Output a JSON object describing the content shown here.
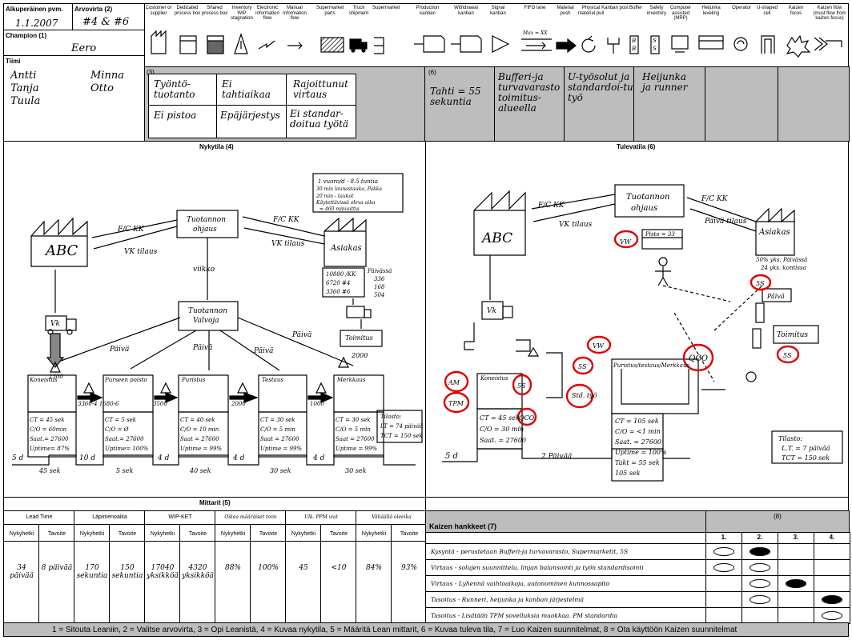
{
  "header": {
    "date_label": "Alkuperäinen pvm.",
    "date_value": "1.1.2007",
    "stream_label": "Arvovirta (2)",
    "stream_value": "#4 & #6",
    "champion_label": "Champion (1)",
    "champion_value": "Eero",
    "team_label": "Tiimi",
    "team": [
      "Antti",
      "Tanja",
      "Tuula",
      "Minna",
      "Otto"
    ]
  },
  "legend": [
    {
      "label": "Customer or supplier",
      "icon": "factory-icon"
    },
    {
      "label": "Dedicated process box",
      "icon": "process-box-icon"
    },
    {
      "label": "Shared process box",
      "icon": "shared-process-icon"
    },
    {
      "label": "Inventory WIP stagnation",
      "icon": "inventory-icon"
    },
    {
      "label": "Electronic information flow",
      "icon": "electronic-flow-icon"
    },
    {
      "label": "Manual information flow",
      "icon": "manual-flow-icon"
    },
    {
      "label": "Supermarket parts",
      "icon": "supermarket-parts-icon"
    },
    {
      "label": "Truck shipment",
      "icon": "truck-icon"
    },
    {
      "label": "Supermarket",
      "icon": "supermarket-icon"
    },
    {
      "label": "Production kanban",
      "icon": "production-kanban-icon"
    },
    {
      "label": "Withdrawal kanban",
      "icon": "withdrawal-kanban-icon"
    },
    {
      "label": "Signal kanban",
      "icon": "signal-kanban-icon"
    },
    {
      "label": "FIFO lane",
      "icon": "fifo-icon",
      "sub": "Max = XX"
    },
    {
      "label": "Material push",
      "icon": "push-arrow-icon"
    },
    {
      "label": "Physical material pull",
      "icon": "pull-icon"
    },
    {
      "label": "Kanban post",
      "icon": "kanban-post-icon"
    },
    {
      "label": "Buffer",
      "icon": "buffer-icon"
    },
    {
      "label": "Safety inventory",
      "icon": "safety-stock-icon"
    },
    {
      "label": "Computer assisted (MRP)",
      "icon": "computer-icon"
    },
    {
      "label": "Heijunka leveling",
      "icon": "heijunka-icon"
    },
    {
      "label": "Operator",
      "icon": "operator-icon"
    },
    {
      "label": "U-shaped cell",
      "icon": "u-cell-icon"
    },
    {
      "label": "Kaizen focus",
      "icon": "kaizen-burst-icon"
    },
    {
      "label": "Kaizen flow (must flow from kaizen focus)",
      "icon": "kaizen-flow-icon"
    }
  ],
  "problems": {
    "section_label": "(3)",
    "items": [
      "Työntö-tuotanto",
      "Ei tahtiaikaa",
      "Rajoittunut virtaus",
      "Ei pistoa",
      "Epäjärjestys",
      "Ei standar-doitua työtä"
    ]
  },
  "solutions": {
    "section_label": "(6)",
    "takt": "Tahti = 55 sekuntia",
    "items": [
      "Bufferi-ja turvavarasto toimitus-alueella",
      "U-työsolut ja standardoi-tu työ",
      "Heijunka ja runner"
    ]
  },
  "current_state": {
    "title": "Nykytila (4)",
    "supplier": "ABC",
    "control": "Tuotannon ohjaus",
    "customer": "Asiakas",
    "scheduling": "Tuotannon Valvoja",
    "delivery": "Toimitus",
    "fc": "F/C KK",
    "vk": "VK tilaus",
    "weekly": "viikko",
    "daily": "Päivä",
    "truck_label": "Vk",
    "demand_note": [
      "1 vuoro/d - 8.5 tuntia",
      "30 min lounastauko, Pakka",
      "20 min - taukot",
      "Käytettävissä oleva aika",
      "= 460 minuuttia"
    ],
    "demand_table": [
      "10880 /KK",
      "6720 #4",
      "3360 #6"
    ],
    "demand_label": "Päivässä",
    "demand_day": [
      "336",
      "168",
      "504"
    ],
    "processes": [
      {
        "name": "Koneistus",
        "inv": "2300",
        "data": [
          "CT = 45 sek",
          "C/O = 60min",
          "Saat.= 27600",
          "Uptime= 87%"
        ]
      },
      {
        "name": "Purseen poisto",
        "inv": "3360-4 1680-6",
        "data": [
          "CT = 5 sek",
          "C/O = Ø",
          "Saat.= 27600",
          "Uptime= 100%"
        ]
      },
      {
        "name": "Puristus",
        "inv": "3500",
        "data": [
          "CT = 40 sek",
          "C/O = 10 min",
          "Saat = 27600",
          "Uptime = 99%"
        ]
      },
      {
        "name": "Testaus",
        "inv": "2000",
        "data": [
          "CT = 30 sek",
          "C/O = 5 min",
          "Saat = 27600",
          "Uptime = 99%"
        ]
      },
      {
        "name": "Merkkaus",
        "inv": "1000",
        "data": [
          "CT = 30 sek",
          "C/O = 5 min",
          "Saat = 27600",
          "Uptime = 99%"
        ]
      }
    ],
    "ship_inv": "2000",
    "timeline_days": [
      "5 d",
      "10 d",
      "4 d",
      "4 d",
      "4 d"
    ],
    "timeline_secs": [
      "45 sek",
      "5 sek",
      "40 sek",
      "30 sek",
      "30 sek"
    ],
    "stats": [
      "Tilasto:",
      "LT = 74 päivää",
      "TCT = 150 sek"
    ]
  },
  "future_state": {
    "title": "Tulevatila (6)",
    "supplier": "ABC",
    "control": "Tuotannon ohjaus",
    "customer": "Asiakas",
    "fc": "F/C KK",
    "vk": "VK tilaus",
    "customer_fc": "F/C KK",
    "customer_vk": "Päivä tilaus",
    "heijunka": "Pisto = 33",
    "customer_note": [
      "50% yks. Päivässä",
      "24 yks. kontissa"
    ],
    "delivery": "Toimitus",
    "truck": "Päivä",
    "supplier_truck": "Vk",
    "cell": "Puristus/testaus/Merkkaus",
    "machining": "Koneistus",
    "kaizens": [
      "VW",
      "AM",
      "TPM",
      "5S",
      "QCO",
      "5S",
      "Std. työ",
      "VW",
      "5S",
      "QCO",
      "5S"
    ],
    "cell_data": [
      "CT = 105 sek",
      "C/O = <1 min",
      "Saat. = 27600",
      "Uptime = 100%",
      "Takt = 55 sek",
      "105 sek"
    ],
    "mach_data": [
      "CT = 45 sek",
      "C/O = 30 min",
      "Saat. = 27600"
    ],
    "timeline": [
      "5 d",
      "2 Päivää"
    ],
    "stats": [
      "Tilasto:",
      "L.T. = 7 päivää",
      "TCT = 150 sek"
    ]
  },
  "metrics": {
    "title": "Mittarit (5)",
    "groups": [
      {
        "name": "Lead Time",
        "now": "34 päivää",
        "target": "8 päivää"
      },
      {
        "name": "Läpimenoaika",
        "now": "170 sekuntia",
        "target": "150 sekuntia"
      },
      {
        "name": "WIP-KET",
        "now": "17040 yksikköä",
        "target": "4320 yksikköä"
      },
      {
        "name": "Oikea määräiset toim",
        "now": "88%",
        "target": "100%"
      },
      {
        "name": "Ulk. PPM viat",
        "now": "45",
        "target": "<10"
      },
      {
        "name": "Vähäällä oleeika",
        "now": "84%",
        "target": "93%"
      }
    ],
    "now_label": "Nykyhetki",
    "target_label": "Tavoite"
  },
  "kaizen_plans": {
    "title": "Kaizen hankkeet (7)",
    "section_label": "(8)",
    "columns": [
      "1.",
      "2.",
      "3.",
      "4."
    ],
    "rows": [
      {
        "text": "Kysyntä - perustetaan Bufferi-ja turvavarasto, Supermarketit, 5S",
        "marks": [
          "open",
          "filled",
          "",
          ""
        ]
      },
      {
        "text": "Virtaus - solujen suunnittelu, linjan balansointi ja työn standardisointi",
        "marks": [
          "open",
          "open",
          "",
          ""
        ]
      },
      {
        "text": "Virtaus - Lyhennä vaihtoaikoja, autonominen kunnossapito",
        "marks": [
          "",
          "open",
          "filled",
          ""
        ]
      },
      {
        "text": "Tasoitus - Runneri, heijunka ja kanban järjestelmä",
        "marks": [
          "",
          "open",
          "",
          "filled"
        ]
      },
      {
        "text": "Tasoitus - Lisätään TPM sovelluksia muokkaa. PM standardia",
        "marks": [
          "",
          "",
          "",
          "open"
        ]
      }
    ]
  },
  "footer": "1 = Sitouta Leaniin,    2 = Valitse arvovirta,    3 = Opi Leanistä,    4 = Kuvaa nykytila,    5 = Määritä Lean mittarit,    6 = Kuvaa tuleva tila,    7 = Luo Kaizen suunnitelmat,    8 = Ota käyttöön Kaizen suunnitelmat"
}
